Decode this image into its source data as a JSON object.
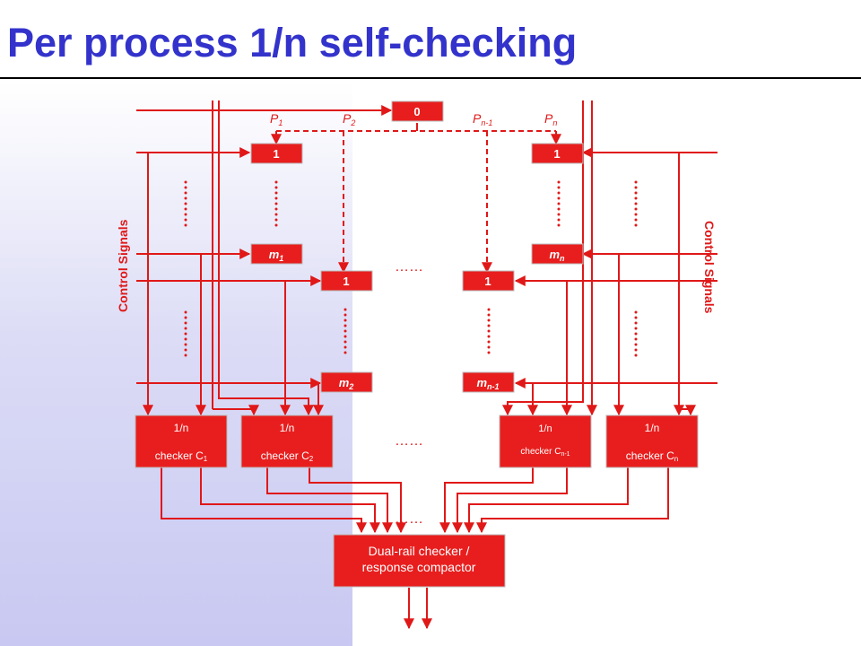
{
  "title": "Per process 1/n self-checking",
  "colors": {
    "title": "#3333cc",
    "signal": "#e01818",
    "block_fill": "#e81e1e",
    "block_text": "#ffffff",
    "background_gradient_end": "#c8c8f2"
  },
  "diagram": {
    "side_labels": {
      "left": "Control Signals",
      "right": "Control Signals"
    },
    "processes": {
      "p1": "P",
      "p1_sub": "1",
      "p2": "P",
      "p2_sub": "2",
      "pn1": "P",
      "pn1_sub": "n-1",
      "pn": "P",
      "pn_sub": "n"
    },
    "registers": {
      "zero": "0",
      "one": "1",
      "m1": "m",
      "m1_sub": "1",
      "mn": "m",
      "mn_sub": "n",
      "m2": "m",
      "m2_sub": "2",
      "mn1": "m",
      "mn1_sub": "n-1"
    },
    "checkers": {
      "title": "1/n",
      "c1": "checker C",
      "c1_sub": "1",
      "c2": "checker C",
      "c2_sub": "2",
      "cn1": "checker C",
      "cn1_sub": "n-1",
      "cn": "checker C",
      "cn_sub": "n"
    },
    "compactor": {
      "line1": "Dual-rail checker /",
      "line2": "response compactor"
    },
    "ellipsis": "……"
  }
}
